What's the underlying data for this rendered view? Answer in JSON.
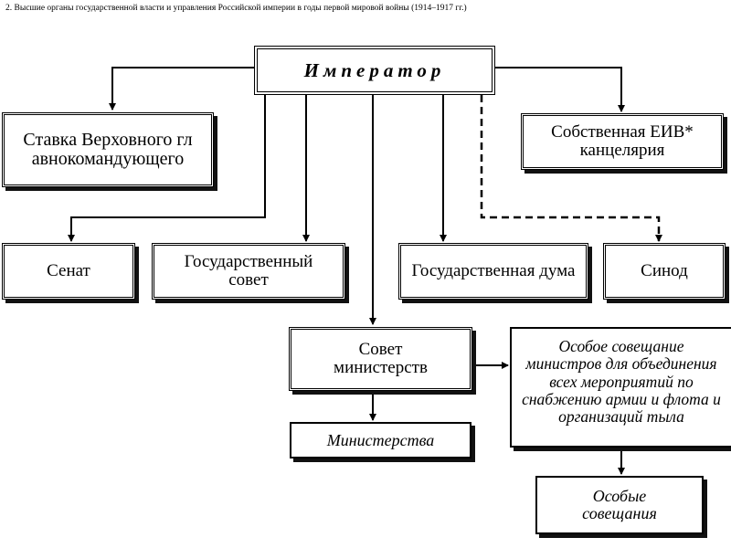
{
  "caption": "2. Высшие органы государственной власти и управления Российской империи в годы первой мировой войны (1914–1917 гг.)",
  "nodes": {
    "emperor": "Император",
    "stavka": "Ставка Верховного главнокомандующего",
    "chancellery": "Собственная ЕИВ* канцелярия",
    "senate": "Сенат",
    "state_council": "Государственный совет",
    "state_duma": "Государственная дума",
    "synod": "Синод",
    "council_of_ministers": "Совет министерств",
    "special_meeting": "Особое совещание министров для объединения всех мероприятий по снабжению армии и флота и организаций тыла",
    "ministries": "Министерства",
    "special_meetings": "Особые совещания"
  },
  "colors": {
    "line": "#000000",
    "border": "#000000",
    "background": "#ffffff"
  }
}
